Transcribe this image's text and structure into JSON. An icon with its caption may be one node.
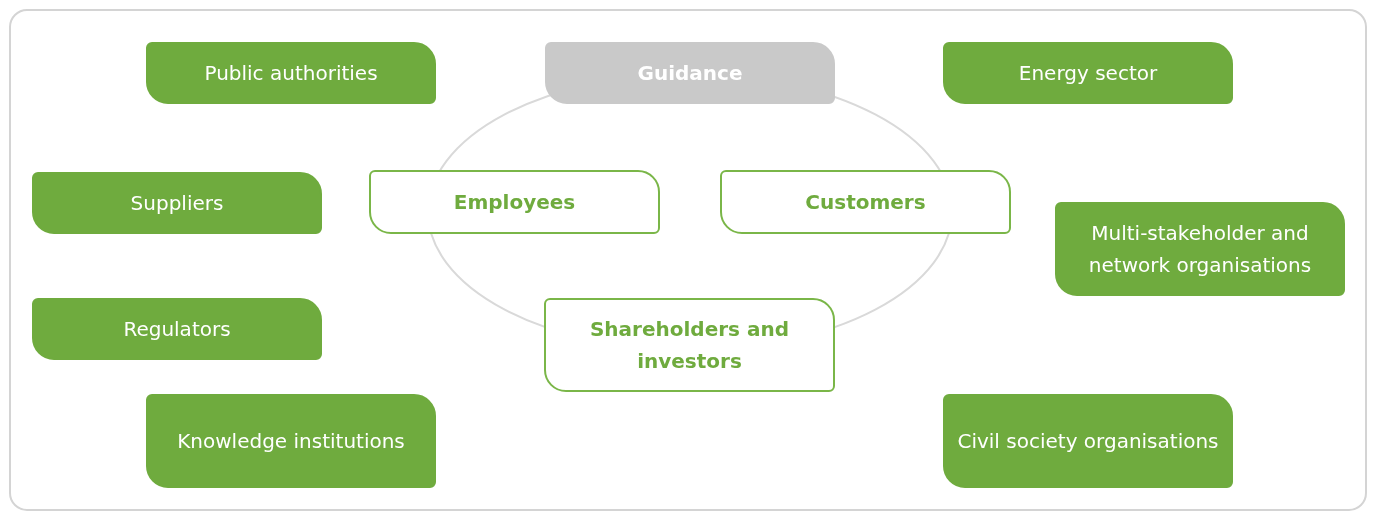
{
  "diagram": {
    "nodes": [
      {
        "text": [
          "Public authorities"
        ]
      },
      {
        "text": [
          "Guidance"
        ]
      },
      {
        "text": [
          "Energy sector"
        ]
      },
      {
        "text": [
          "Suppliers"
        ]
      },
      {
        "text": [
          "Employees"
        ]
      },
      {
        "text": [
          "Customers"
        ]
      },
      {
        "text": [
          "Multi-stakeholder and network organisations"
        ]
      },
      {
        "text": [
          "Regulators"
        ]
      },
      {
        "text": [
          "Shareholders and investors"
        ]
      },
      {
        "text": [
          "Knowledge institutions"
        ]
      },
      {
        "text": [
          "Civil society organisations"
        ]
      }
    ]
  }
}
